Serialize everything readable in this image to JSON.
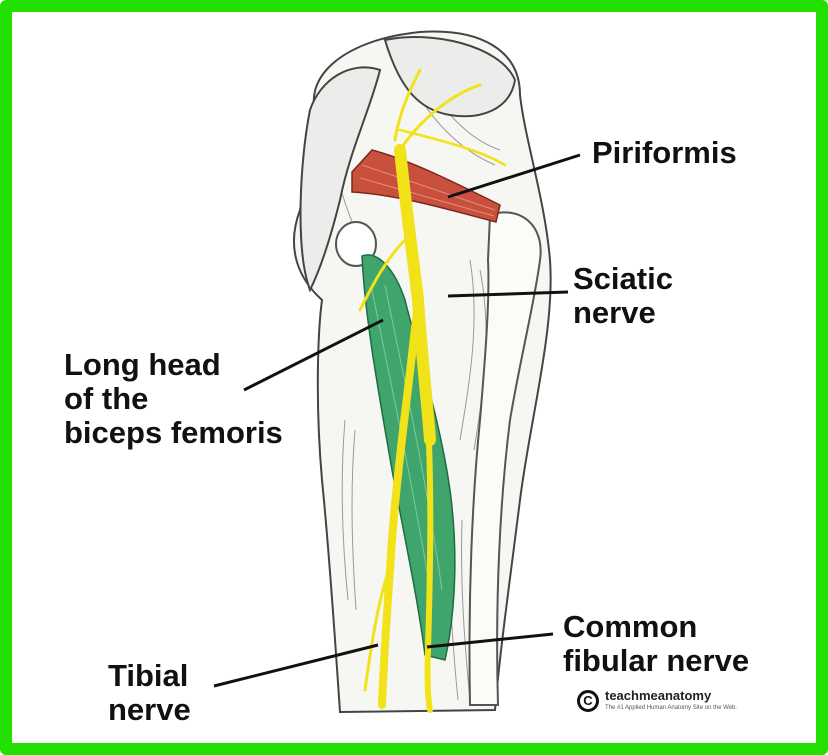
{
  "frame": {
    "border_color": "#22e000"
  },
  "labels": {
    "piriformis": "Piriformis",
    "sciatic_nerve": "Sciatic\nnerve",
    "biceps_femoris": "Long head\nof the\nbiceps femoris",
    "common_fibular_nerve": "Common\nfibular nerve",
    "tibial_nerve": "Tibial\nnerve"
  },
  "watermark": {
    "symbol": "C",
    "name": "teachmeanatomy",
    "tagline": "The #1 Applied Human Anatomy Site on the Web."
  },
  "colors": {
    "nerve": "#f2e21a",
    "muscle_piriformis": "#c8503c",
    "muscle_biceps": "#3fa56d",
    "bone": "#f4f4f0",
    "outline": "#3a3a3a"
  }
}
